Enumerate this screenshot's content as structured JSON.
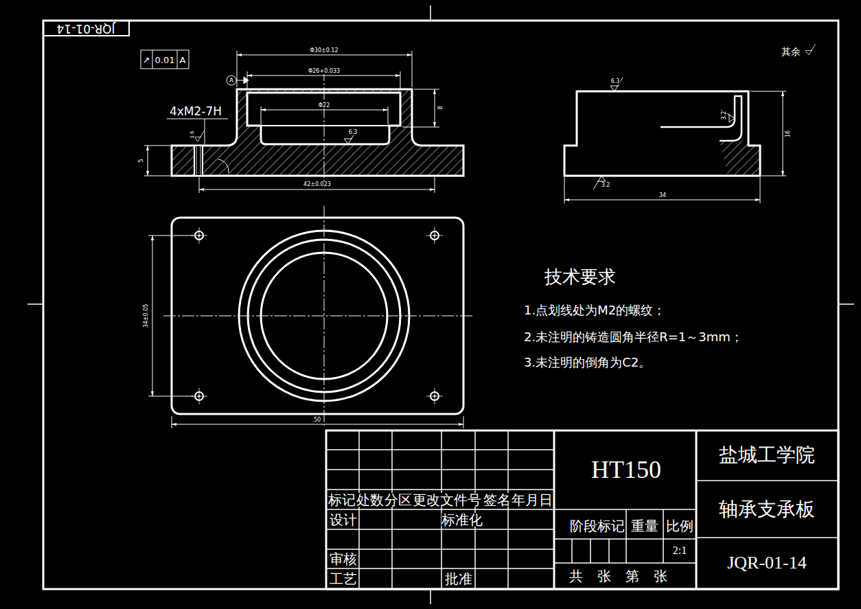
{
  "diagram": {
    "labels": [
      "JQR-01-14",
      "↗",
      "0.01",
      "A",
      "A",
      "Φ30±0.12",
      "Φ26+0.033",
      "Φ22",
      "8",
      "5",
      "6.3",
      "4xM2-7H",
      "1.6",
      "42±0.023",
      "6.3",
      "3.2",
      "16",
      "3.2",
      "34",
      "34±0.05",
      "50",
      "其余",
      "技术要求",
      "1.点划线处为M2的螺纹；",
      "2.未注明的铸造圆角半径R=1～3mm；",
      "3.未注明的倒角为C2。",
      "标记",
      "处数",
      "分区",
      "更改文件号",
      "签名",
      "年月日",
      "设计",
      "标准化",
      "审核",
      "工艺",
      "批准",
      "HT150",
      "阶段标记",
      "重量",
      "比例",
      "2:1",
      "共 张 第 张",
      "盐城工学院",
      "轴承支承板",
      "JQR-01-14"
    ]
  }
}
